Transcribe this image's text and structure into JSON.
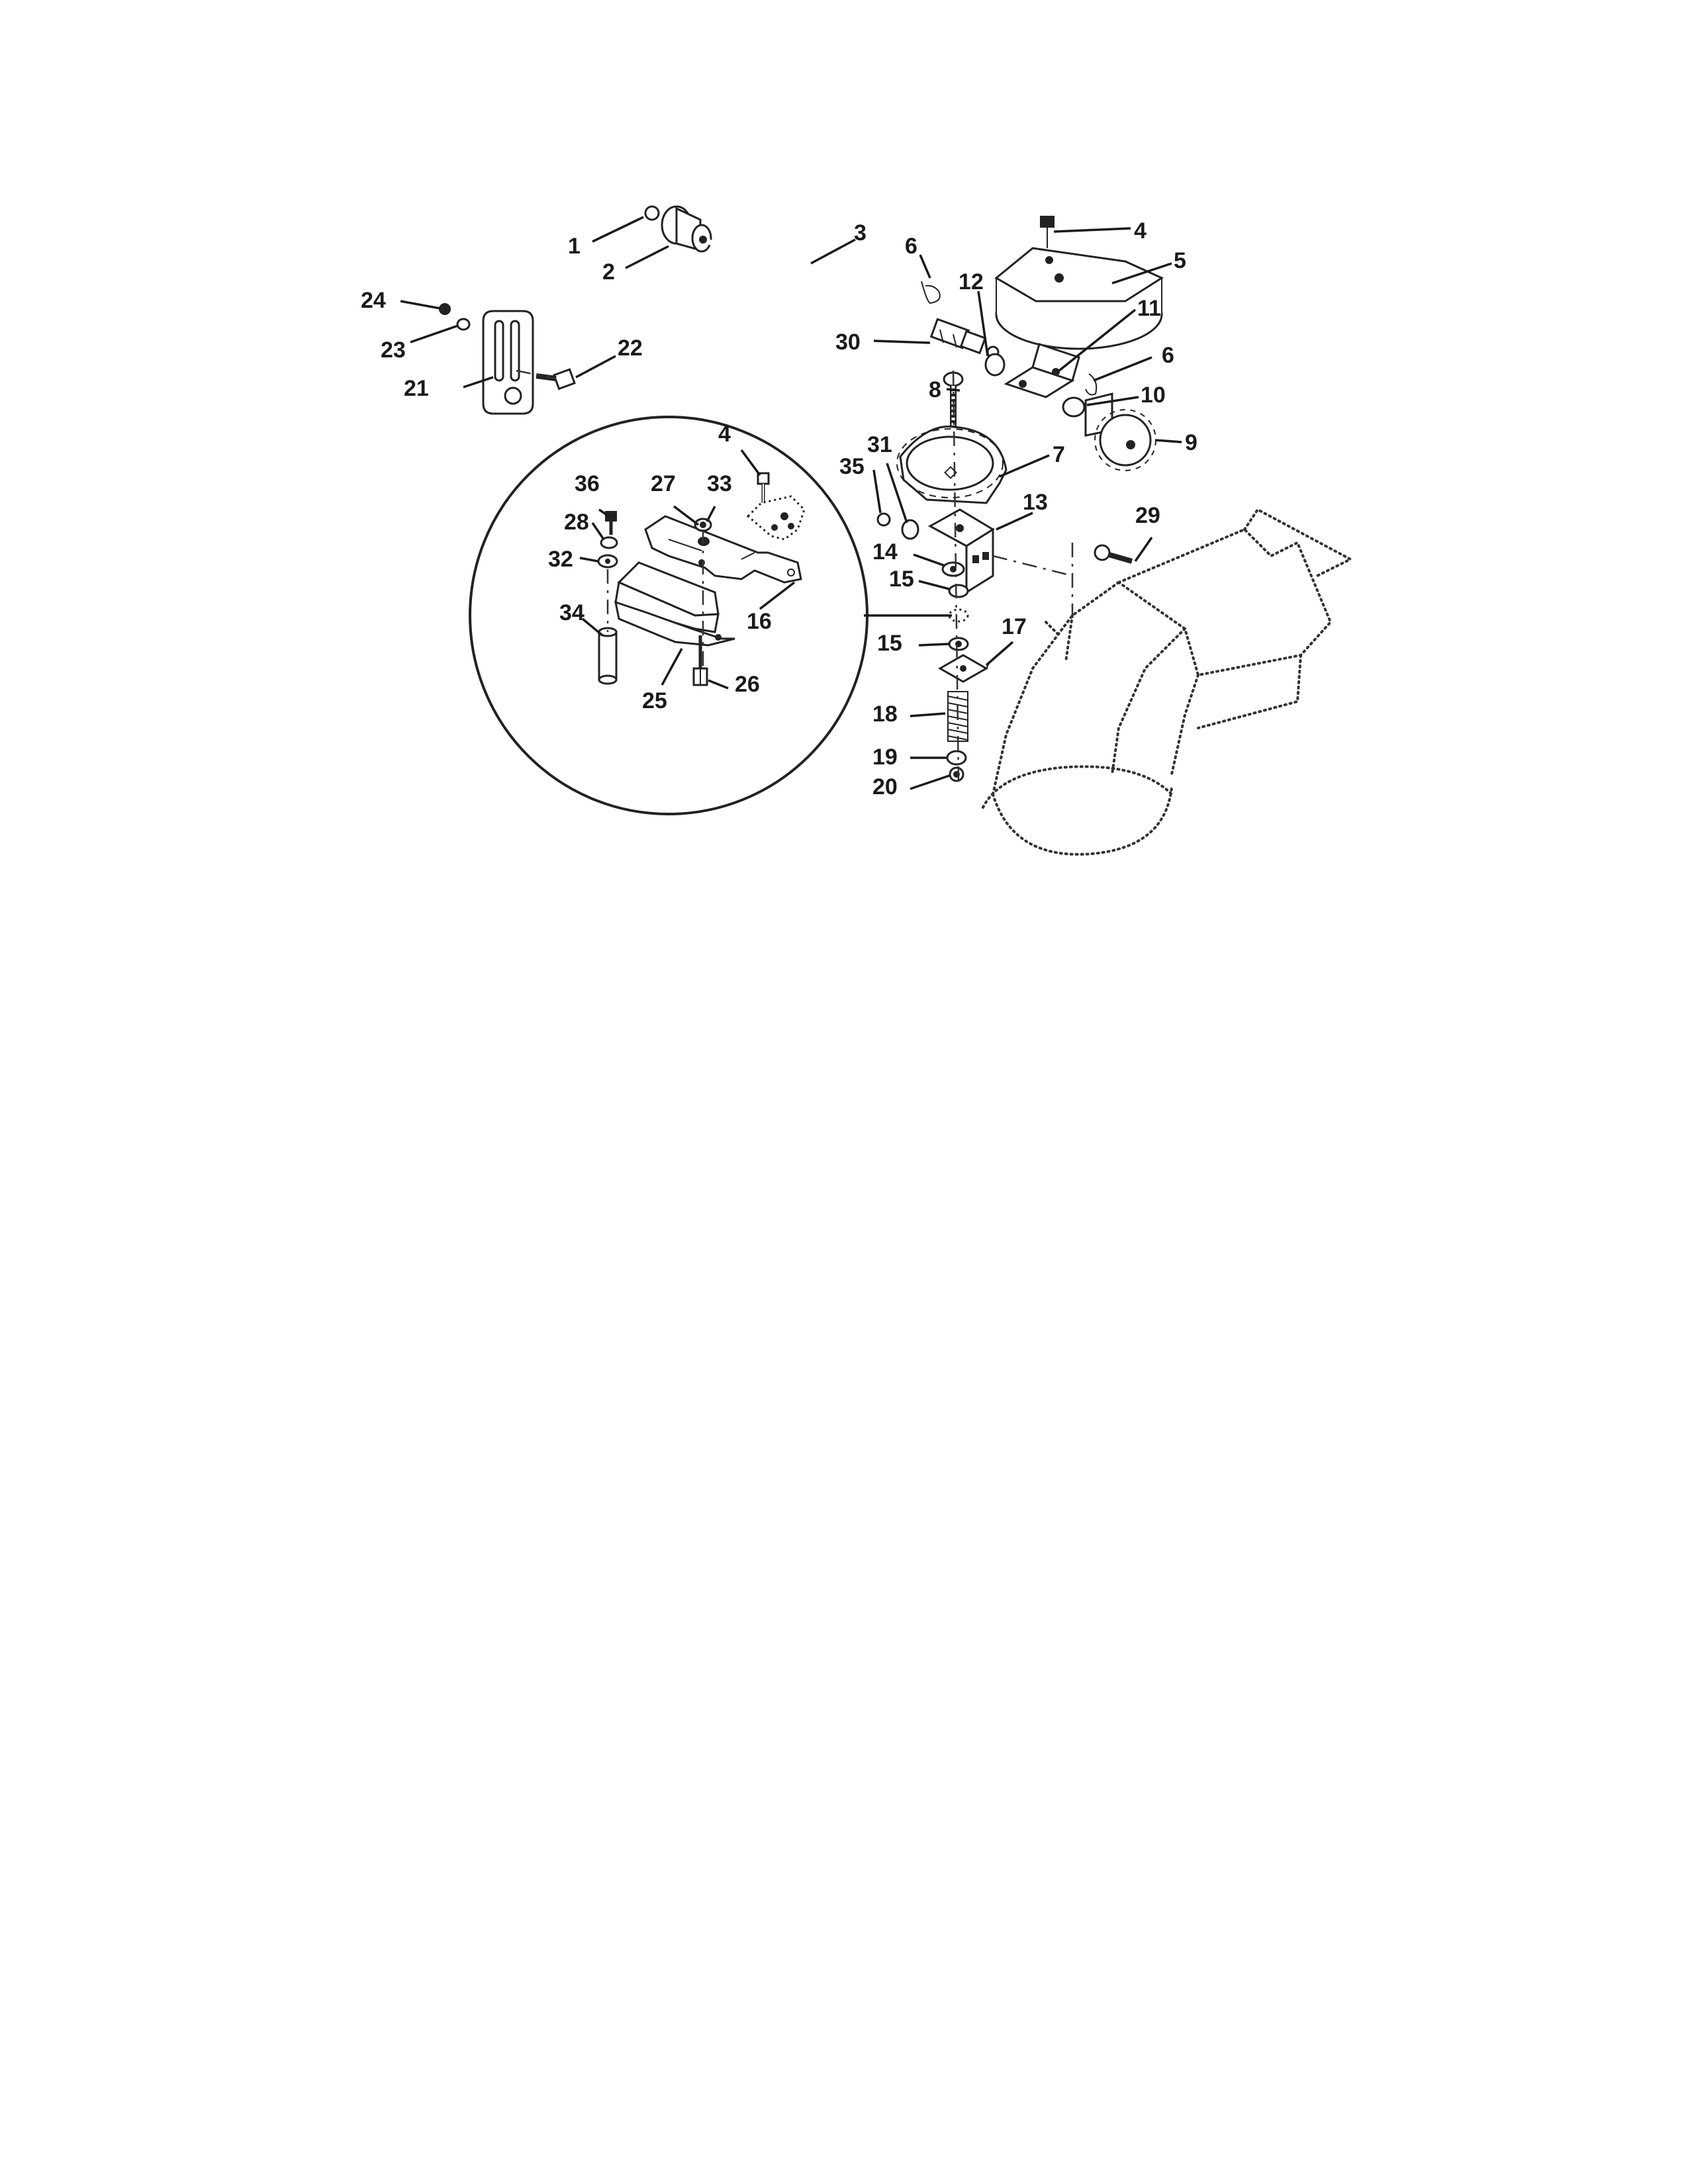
{
  "callouts": [
    {
      "id": "1",
      "text": "1"
    },
    {
      "id": "2",
      "text": "2"
    },
    {
      "id": "3",
      "text": "3"
    },
    {
      "id": "4a",
      "text": "4"
    },
    {
      "id": "4b",
      "text": "4"
    },
    {
      "id": "5",
      "text": "5"
    },
    {
      "id": "6a",
      "text": "6"
    },
    {
      "id": "6b",
      "text": "6"
    },
    {
      "id": "7",
      "text": "7"
    },
    {
      "id": "8",
      "text": "8"
    },
    {
      "id": "9",
      "text": "9"
    },
    {
      "id": "10",
      "text": "10"
    },
    {
      "id": "11",
      "text": "11"
    },
    {
      "id": "12",
      "text": "12"
    },
    {
      "id": "13",
      "text": "13"
    },
    {
      "id": "14",
      "text": "14"
    },
    {
      "id": "15a",
      "text": "15"
    },
    {
      "id": "15b",
      "text": "15"
    },
    {
      "id": "16",
      "text": "16"
    },
    {
      "id": "17",
      "text": "17"
    },
    {
      "id": "18",
      "text": "18"
    },
    {
      "id": "19",
      "text": "19"
    },
    {
      "id": "20",
      "text": "20"
    },
    {
      "id": "21",
      "text": "21"
    },
    {
      "id": "22",
      "text": "22"
    },
    {
      "id": "23",
      "text": "23"
    },
    {
      "id": "24",
      "text": "24"
    },
    {
      "id": "25",
      "text": "25"
    },
    {
      "id": "26",
      "text": "26"
    },
    {
      "id": "27",
      "text": "27"
    },
    {
      "id": "28",
      "text": "28"
    },
    {
      "id": "29",
      "text": "29"
    },
    {
      "id": "30",
      "text": "30"
    },
    {
      "id": "31",
      "text": "31"
    },
    {
      "id": "32",
      "text": "32"
    },
    {
      "id": "33",
      "text": "33"
    },
    {
      "id": "34",
      "text": "34"
    },
    {
      "id": "35",
      "text": "35"
    },
    {
      "id": "36",
      "text": "36"
    }
  ]
}
